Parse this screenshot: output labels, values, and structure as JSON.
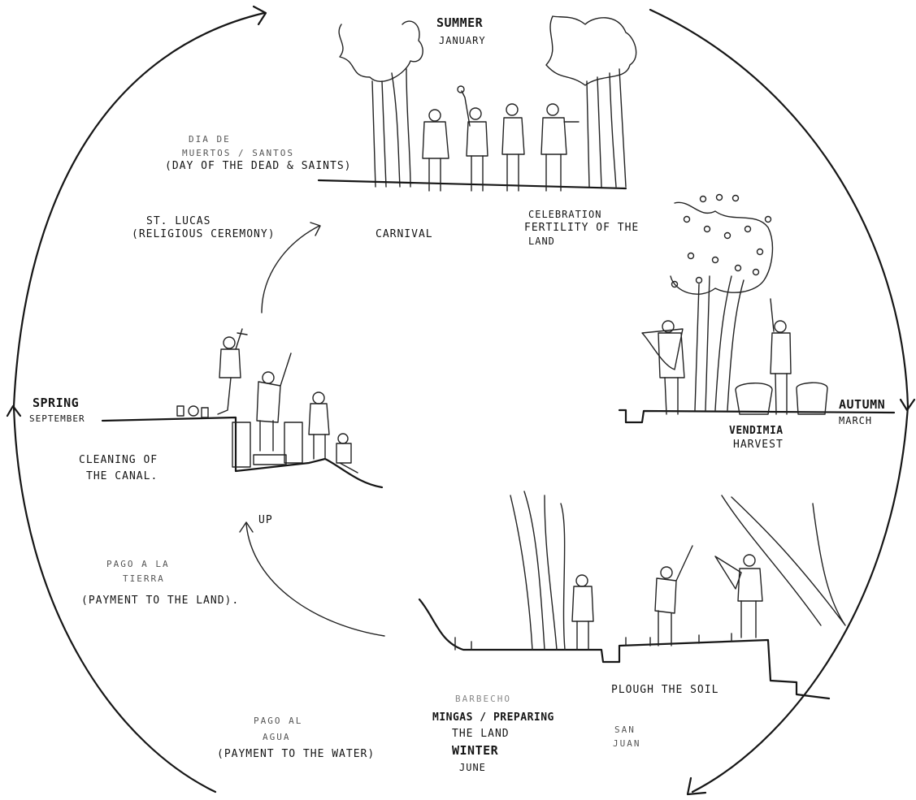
{
  "seasons": {
    "summer": {
      "name": "SUMMER",
      "month": "JANUARY"
    },
    "autumn": {
      "name": "AUTUMN",
      "month": "MARCH"
    },
    "winter": {
      "name": "WINTER",
      "month": "JUNE"
    },
    "spring": {
      "name": "SPRING",
      "month": "SEPTEMBER"
    }
  },
  "events": {
    "dia_line1": "DIA DE",
    "dia_line2": "MUERTOS / SANTOS",
    "dia_line3": "(DAY OF THE DEAD & SAINTS)",
    "st_lucas_line1": "ST. LUCAS",
    "st_lucas_line2": "(RELIGIOUS CEREMONY)",
    "carnival": "CARNIVAL",
    "celebration_line1": "CELEBRATION",
    "celebration_line2": "FERTILITY OF THE",
    "celebration_line3": "LAND",
    "vendimia": "VENDIMIA",
    "harvest": "HARVEST",
    "cleaning_line1": "CLEANING OF",
    "cleaning_line2": "THE CANAL.",
    "up": "UP",
    "pago_tierra_line1": "PAGO A LA",
    "pago_tierra_line2": "TIERRA",
    "pago_tierra_line3": "(PAYMENT TO THE LAND).",
    "barbecho": "BARBECHO",
    "preparing_line1": "MINGAS / PREPARING",
    "preparing_line2": "THE LAND",
    "plough": "PLOUGH THE SOIL",
    "san_juan_line1": "SAN",
    "san_juan_line2": "JUAN",
    "pago_agua_line1": "PAGO AL",
    "pago_agua_line2": "AGUA",
    "pago_agua_line3": "(PAYMENT TO THE WATER)"
  }
}
